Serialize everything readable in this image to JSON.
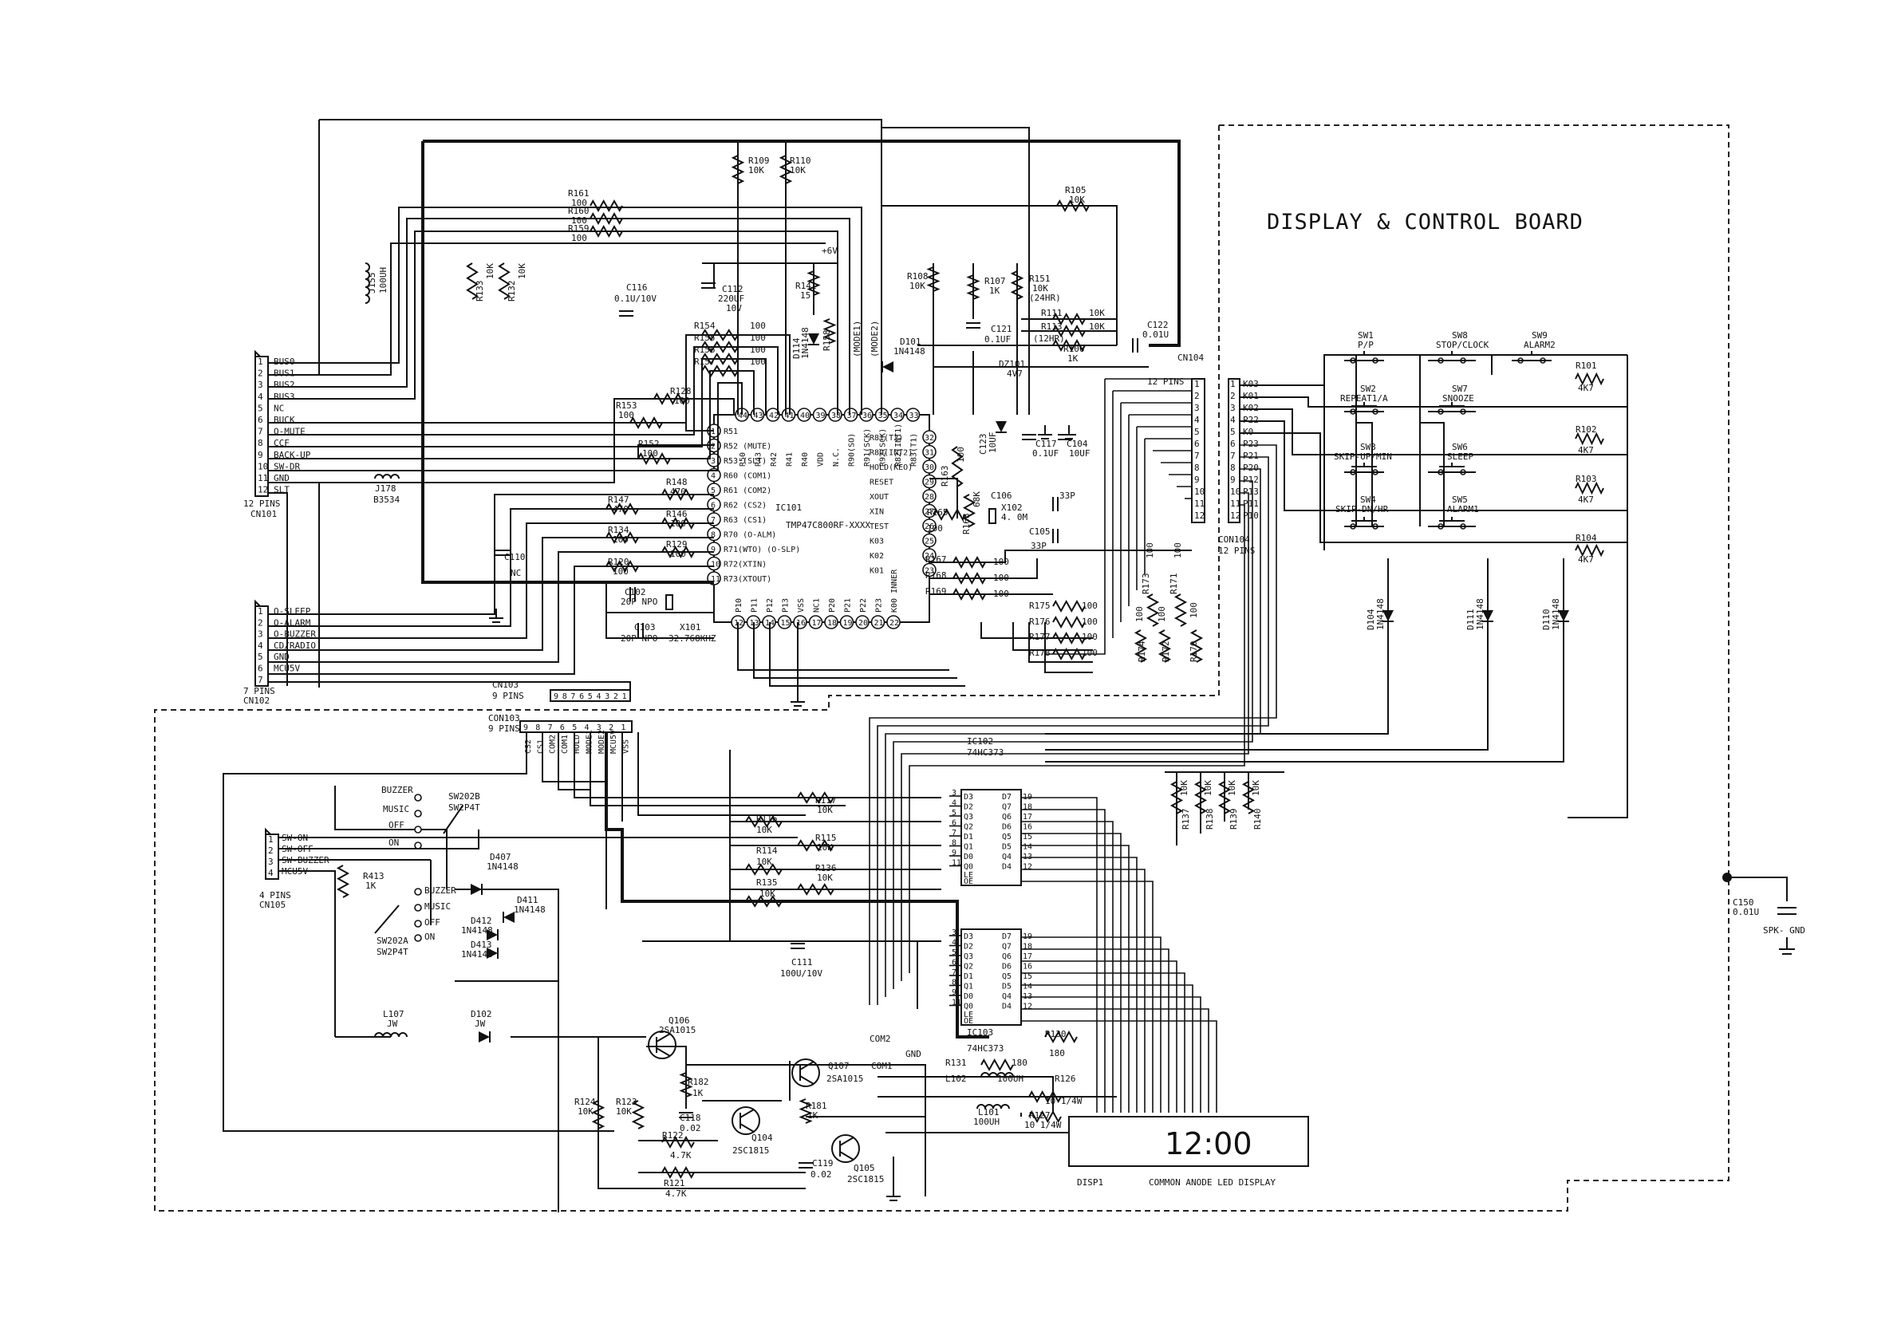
{
  "title": "DISPLAY & CONTROL BOARD",
  "ic101": {
    "ref": "IC101",
    "part": "TMP47C800RF-XXXX",
    "top_pins": [
      "44",
      "43",
      "42",
      "41",
      "40",
      "39",
      "38",
      "37",
      "36",
      "35",
      "34",
      "33"
    ],
    "top_names": [
      "R50",
      "R43",
      "R42",
      "R41",
      "R40",
      "VDD",
      "N.C.",
      "R90(SO)",
      "R91(SCK)",
      "R92(SCK)",
      "R82(INT1)",
      "R83(T1)"
    ],
    "left_pins": [
      "1",
      "2",
      "3",
      "4",
      "5",
      "6",
      "7",
      "8",
      "9",
      "10",
      "11"
    ],
    "left_names": [
      "R51",
      "R52 (MUTE)",
      "R53 (SLT)",
      "R60 (COM1)",
      "R61 (COM2)",
      "R62 (CS2)",
      "R63 (CS1)",
      "R70 (O-ALM)",
      "R71(WTO) (O-SLP)",
      "R72(XTIN)",
      "R73(XTOUT)"
    ],
    "right_pins": [
      "32",
      "31",
      "30",
      "29",
      "28",
      "27",
      "26",
      "25",
      "24",
      "23"
    ],
    "right_names": [
      "R81(T2)",
      "R80(INT2)",
      "HOLD(KEO)",
      "RESET",
      "XOUT",
      "XIN",
      "TEST",
      "K03",
      "K02",
      "K01"
    ],
    "bottom_pins": [
      "12",
      "13",
      "14",
      "15",
      "16",
      "17",
      "18",
      "19",
      "20",
      "21",
      "22"
    ],
    "bottom_names": [
      "P10",
      "P11",
      "P12",
      "P13",
      "VSS",
      "NC1",
      "P20",
      "P21",
      "P22",
      "P23",
      "K00 INNER"
    ]
  },
  "cn101": {
    "ref": "CN101",
    "pins_label": "12 PINS",
    "signals": [
      "BUS0",
      "BUS1",
      "BUS2",
      "BUS3",
      "NC",
      "BUCK",
      "O-MUTE",
      "CCF",
      "BACK-UP",
      "SW-DR",
      "GND",
      "SLT"
    ],
    "numbers": [
      "1",
      "2",
      "3",
      "4",
      "5",
      "6",
      "7",
      "8",
      "9",
      "10",
      "11",
      "12"
    ]
  },
  "cn102": {
    "ref": "CN102",
    "pins_label": "7 PINS",
    "signals": [
      "O-SLEEP",
      "O-ALARM",
      "O-BUZZER",
      "CD/RADIO",
      "GND",
      "MCU5V"
    ],
    "numbers": [
      "1",
      "2",
      "3",
      "4",
      "5",
      "6",
      "7"
    ]
  },
  "cn103": {
    "ref": "CN103",
    "pins_label": "9 PINS",
    "numbers": [
      "9",
      "8",
      "7",
      "6",
      "5",
      "4",
      "3",
      "2",
      "1"
    ]
  },
  "con103": {
    "ref": "CON103",
    "pins_label": "9 PINS",
    "signals": [
      "CS2",
      "CS1",
      "COM2",
      "COM1",
      "HOLD",
      "MODE1",
      "MODE2",
      "MCU5V",
      "VSS"
    ],
    "numbers": [
      "9",
      "8",
      "7",
      "6",
      "5",
      "4",
      "3",
      "2",
      "1"
    ]
  },
  "cn104": {
    "ref": "CN104",
    "pins_label": "12 PINS",
    "numbers": [
      "1",
      "2",
      "3",
      "4",
      "5",
      "6",
      "7",
      "8",
      "9",
      "10",
      "11",
      "12"
    ]
  },
  "con104": {
    "ref": "CON104",
    "pins_label": "12 PINS",
    "signals": [
      "K03",
      "K01",
      "K02",
      "P22",
      "K0",
      "P23",
      "P21",
      "P20",
      "P12",
      "P13",
      "P11",
      "P10"
    ],
    "numbers": [
      "1",
      "2",
      "3",
      "4",
      "5",
      "6",
      "7",
      "8",
      "9",
      "10",
      "11",
      "12"
    ]
  },
  "cn105": {
    "ref": "CN105",
    "pins_label": "4 PINS",
    "signals": [
      "SW-ON",
      "SW-OFF",
      "SW-BUZZER",
      "MCU5V"
    ],
    "numbers": [
      "1",
      "2",
      "3",
      "4"
    ]
  },
  "switches": [
    {
      "ref": "SW1",
      "name": "P/P"
    },
    {
      "ref": "SW8",
      "name": "STOP/CLOCK"
    },
    {
      "ref": "SW9",
      "name": "ALARM2"
    },
    {
      "ref": "SW2",
      "name": "REPEAT1/A"
    },
    {
      "ref": "SW7",
      "name": "SNOOZE"
    },
    {
      "ref": "SW3",
      "name": "SKIP-UP/MIN"
    },
    {
      "ref": "SW6",
      "name": "SLEEP"
    },
    {
      "ref": "SW4",
      "name": "SKIP-DN/HR"
    },
    {
      "ref": "SW5",
      "name": "ALARM1"
    }
  ],
  "sw_right_res": [
    {
      "ref": "R101",
      "val": "4K7"
    },
    {
      "ref": "R102",
      "val": "4K7"
    },
    {
      "ref": "R103",
      "val": "4K7"
    },
    {
      "ref": "R104",
      "val": "4K7"
    }
  ],
  "key_diodes": [
    {
      "ref": "D104",
      "part": "1N4148"
    },
    {
      "ref": "D111",
      "part": "1N4148"
    },
    {
      "ref": "D110",
      "part": "1N4148"
    }
  ],
  "top_res": [
    {
      "ref": "R109",
      "val": "10K"
    },
    {
      "ref": "R110",
      "val": "10K"
    },
    {
      "ref": "R105",
      "val": "10K"
    }
  ],
  "bus_res": [
    {
      "ref": "R161",
      "val": "100"
    },
    {
      "ref": "R160",
      "val": "100"
    },
    {
      "ref": "R159",
      "val": "100"
    }
  ],
  "r161_val": "100",
  "r133": {
    "ref": "R133",
    "val": "10K"
  },
  "r132": {
    "ref": "R132",
    "val": "10K"
  },
  "j155": {
    "ref": "J155",
    "val": "100UH"
  },
  "c116": {
    "ref": "C116",
    "val": "0.1U/10V"
  },
  "c112": {
    "ref": "C112",
    "val": "220UF",
    "v": "10V"
  },
  "plus6v": "+6V",
  "r141": {
    "ref": "R141",
    "val": "15"
  },
  "r108": {
    "ref": "R108",
    "val": "10K"
  },
  "r107": {
    "ref": "R107",
    "val": "1K"
  },
  "r151": {
    "ref": "R151",
    "val": "10K",
    "extra": "(24HR)"
  },
  "r111": {
    "ref": "R111",
    "val": "10K"
  },
  "r113": {
    "ref": "R113",
    "val": "10K",
    "extra": "(12HR)"
  },
  "r106": {
    "ref": "R106",
    "val": "1K"
  },
  "c122": {
    "ref": "C122",
    "val": "0.01U"
  },
  "c121": {
    "ref": "C121",
    "val": "0.1UF"
  },
  "d101": {
    "ref": "D101",
    "part": "1N4148"
  },
  "dz101": {
    "ref": "DZ101",
    "val": "4V7"
  },
  "c117": {
    "ref": "C117",
    "val": "0.1UF"
  },
  "c104": {
    "ref": "C104",
    "val": "10UF"
  },
  "c123": {
    "ref": "C123",
    "val": "10UF"
  },
  "r163": {
    "ref": "R163",
    "val": "100"
  },
  "d114": {
    "ref": "D114",
    "part": "1N4148"
  },
  "r158": {
    "ref": "R158",
    "val": "100"
  },
  "mode1": "(MODE1)",
  "mode2": "(MODE2)",
  "mid_res": [
    {
      "ref": "R154",
      "val": "100"
    },
    {
      "ref": "R155",
      "val": "100"
    },
    {
      "ref": "R156",
      "val": "100"
    },
    {
      "ref": "R157",
      "val": "100"
    }
  ],
  "r128": {
    "ref": "R128",
    "val": "100"
  },
  "r153": {
    "ref": "R153",
    "val": "100"
  },
  "r152": {
    "ref": "R152",
    "val": "100"
  },
  "left_res": [
    {
      "ref": "R148",
      "val": "470"
    },
    {
      "ref": "R147",
      "val": "470"
    },
    {
      "ref": "R146",
      "val": "100"
    },
    {
      "ref": "R134",
      "val": "100"
    },
    {
      "ref": "R129",
      "val": "100"
    },
    {
      "ref": "R120",
      "val": "100"
    }
  ],
  "r148_val": "470",
  "c110": {
    "ref": "C110",
    "val": "NC"
  },
  "l178": {
    "ref": "J178",
    "val": "B3534"
  },
  "c102": {
    "ref": "C102",
    "val": "20P NPO"
  },
  "c103": {
    "ref": "C103",
    "val": "20P NPO"
  },
  "x101": {
    "ref": "X101",
    "val": "32.768KHZ"
  },
  "r165": {
    "ref": "R165",
    "val": "100"
  },
  "r168": {
    "ref": "R168",
    "val": "68K"
  },
  "x102": {
    "ref": "X102",
    "val": "4. 0M"
  },
  "c106": {
    "ref": "C106",
    "val": "33P"
  },
  "c105": {
    "ref": "C105",
    "val": "33P"
  },
  "right_res": [
    {
      "ref": "R167",
      "val": "100"
    },
    {
      "ref": "R168",
      "val": "100"
    },
    {
      "ref": "R169",
      "val": "100"
    }
  ],
  "bottom_res": [
    {
      "ref": "R175",
      "val": "100"
    },
    {
      "ref": "R176",
      "val": "100"
    },
    {
      "ref": "R177",
      "val": "100"
    },
    {
      "ref": "R178",
      "val": "100"
    }
  ],
  "vert_res": [
    {
      "ref": "R173",
      "val": "100"
    },
    {
      "ref": "R174",
      "val": "100"
    },
    {
      "ref": "R172",
      "val": "100"
    },
    {
      "ref": "R171",
      "val": "100"
    },
    {
      "ref": "R170",
      "val": "100"
    }
  ],
  "ic102": {
    "ref": "IC102",
    "part": "74HC373"
  },
  "ic103": {
    "ref": "IC103",
    "part": "74HC373"
  },
  "latch_left": [
    "D3",
    "D2",
    "Q3",
    "Q2",
    "D1",
    "Q1",
    "D0",
    "Q0"
  ],
  "latch_right": [
    "D7",
    "Q7",
    "Q6",
    "D6",
    "Q5",
    "D5",
    "Q4",
    "D4"
  ],
  "latch_pins_l": [
    "3",
    "4",
    "5",
    "6",
    "7",
    "8",
    "9",
    "11"
  ],
  "latch_pins_r": [
    "19",
    "18",
    "17",
    "16",
    "15",
    "14",
    "13",
    "12"
  ],
  "latch_le": "LE",
  "latch_oe": "OE",
  "latch_res": [
    {
      "ref": "R117",
      "val": "10K"
    },
    {
      "ref": "R116",
      "val": "10K"
    },
    {
      "ref": "R115",
      "val": "10K"
    },
    {
      "ref": "R114",
      "val": "10K"
    },
    {
      "ref": "R136",
      "val": "10K"
    },
    {
      "ref": "R135",
      "val": "10K"
    }
  ],
  "r117_val": "10K",
  "pullups": [
    {
      "ref": "R137",
      "val": "10K"
    },
    {
      "ref": "R138",
      "val": "10K"
    },
    {
      "ref": "R139",
      "val": "10K"
    },
    {
      "ref": "R140",
      "val": "10K"
    }
  ],
  "c111": {
    "ref": "C111",
    "val": "100U/10V"
  },
  "sw202b": {
    "ref": "SW202B",
    "part": "SW2P4T",
    "pos": [
      "BUZZER",
      "MUSIC",
      "OFF",
      "ON"
    ]
  },
  "sw202a": {
    "ref": "SW202A",
    "part": "SW2P4T",
    "pos": [
      "BUZZER",
      "MUSIC",
      "OFF",
      "ON"
    ]
  },
  "d407": {
    "ref": "D407",
    "part": "1N4148"
  },
  "d411": {
    "ref": "D411",
    "part": "1N4148"
  },
  "d412": {
    "ref": "D412",
    "part": "1N4148"
  },
  "d413": {
    "ref": "D413",
    "part": "1N4148"
  },
  "r413": {
    "ref": "R413",
    "val": "1K"
  },
  "l107": {
    "ref": "L107",
    "val": "JW"
  },
  "d102": {
    "ref": "D102",
    "val": "JW"
  },
  "q106": {
    "ref": "Q106",
    "part": "2SA1015"
  },
  "q107": {
    "ref": "Q107",
    "part": "2SA1015"
  },
  "q104": {
    "ref": "Q104",
    "part": "2SC1815"
  },
  "q105": {
    "ref": "Q105",
    "part": "2SC1815"
  },
  "com2": "COM2",
  "com1": "COM1",
  "gnd": "GND",
  "r124": {
    "ref": "R124",
    "val": "10K"
  },
  "r123": {
    "ref": "R123",
    "val": "10K"
  },
  "r182": {
    "ref": "R182",
    "val": "1K"
  },
  "r181": {
    "ref": "R181",
    "val": "1K"
  },
  "c118": {
    "ref": "C118",
    "val": "0.02"
  },
  "c119": {
    "ref": "C119",
    "val": "0.02"
  },
  "r122": {
    "ref": "R122",
    "val": "4.7K"
  },
  "r121": {
    "ref": "R121",
    "val": "4.7K"
  },
  "r130": {
    "ref": "R130",
    "val": "180"
  },
  "r131": {
    "ref": "R131",
    "val": "180"
  },
  "l102": {
    "ref": "L102",
    "val": "100UH"
  },
  "l101": {
    "ref": "L101",
    "val": "100UH"
  },
  "r126": {
    "ref": "R126",
    "val": "10 1/4W"
  },
  "r127": {
    "ref": "R127",
    "val": "10 1/4W"
  },
  "disp": {
    "ref": "DISP1",
    "desc": "COMMON ANODE LED DISPLAY",
    "time": "12:00"
  },
  "c150": {
    "ref": "C150",
    "val": "0.01U"
  },
  "spk": "SPK- GND"
}
